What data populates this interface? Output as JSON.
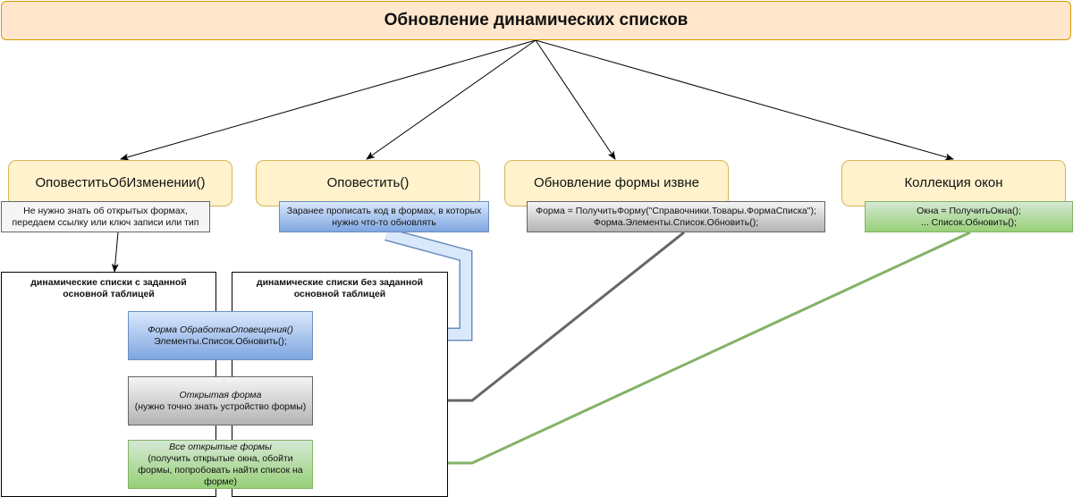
{
  "title": "Обновление динамических списков",
  "methods": [
    {
      "label": "ОповеститьОбИзменении()",
      "note": "Не нужно знать об открытых формах, передаем ссылку или ключ записи или тип"
    },
    {
      "label": "Оповестить()",
      "note": "Заранее прописать код в формах, в которых нужно что-то обновлять"
    },
    {
      "label": "Обновление формы извне",
      "note_line1": "Форма = ПолучитьФорму(\"Справочники.Товары.ФормаСписка\");",
      "note_line2": "Форма.Элементы.Список.Обновить();"
    },
    {
      "label": "Коллекция окон",
      "note_line1": "Окна = ПолучитьОкна();",
      "note_line2": "... Список.Обновить();"
    }
  ],
  "panels": {
    "left_title": "динамические списки с заданной основной таблицей",
    "right_title": "динамические списки без заданной основной таблицей"
  },
  "targets": {
    "handler_line1": "Форма ОбработкаОповещения()",
    "handler_line2": "Элементы.Список.Обновить();",
    "open_form_line1": "Открытая форма",
    "open_form_line2": "(нужно точно знать устройство формы)",
    "all_forms_line1": "Все открытые формы",
    "all_forms_line2": "(получить открытые окна, обойти формы, попробовать найти список на форме)"
  },
  "colors": {
    "title_fill": "#ffe6cc",
    "method_fill": "#fff2cc",
    "blue": "#7ea6e0",
    "gray": "#666666",
    "green": "#82b366"
  }
}
